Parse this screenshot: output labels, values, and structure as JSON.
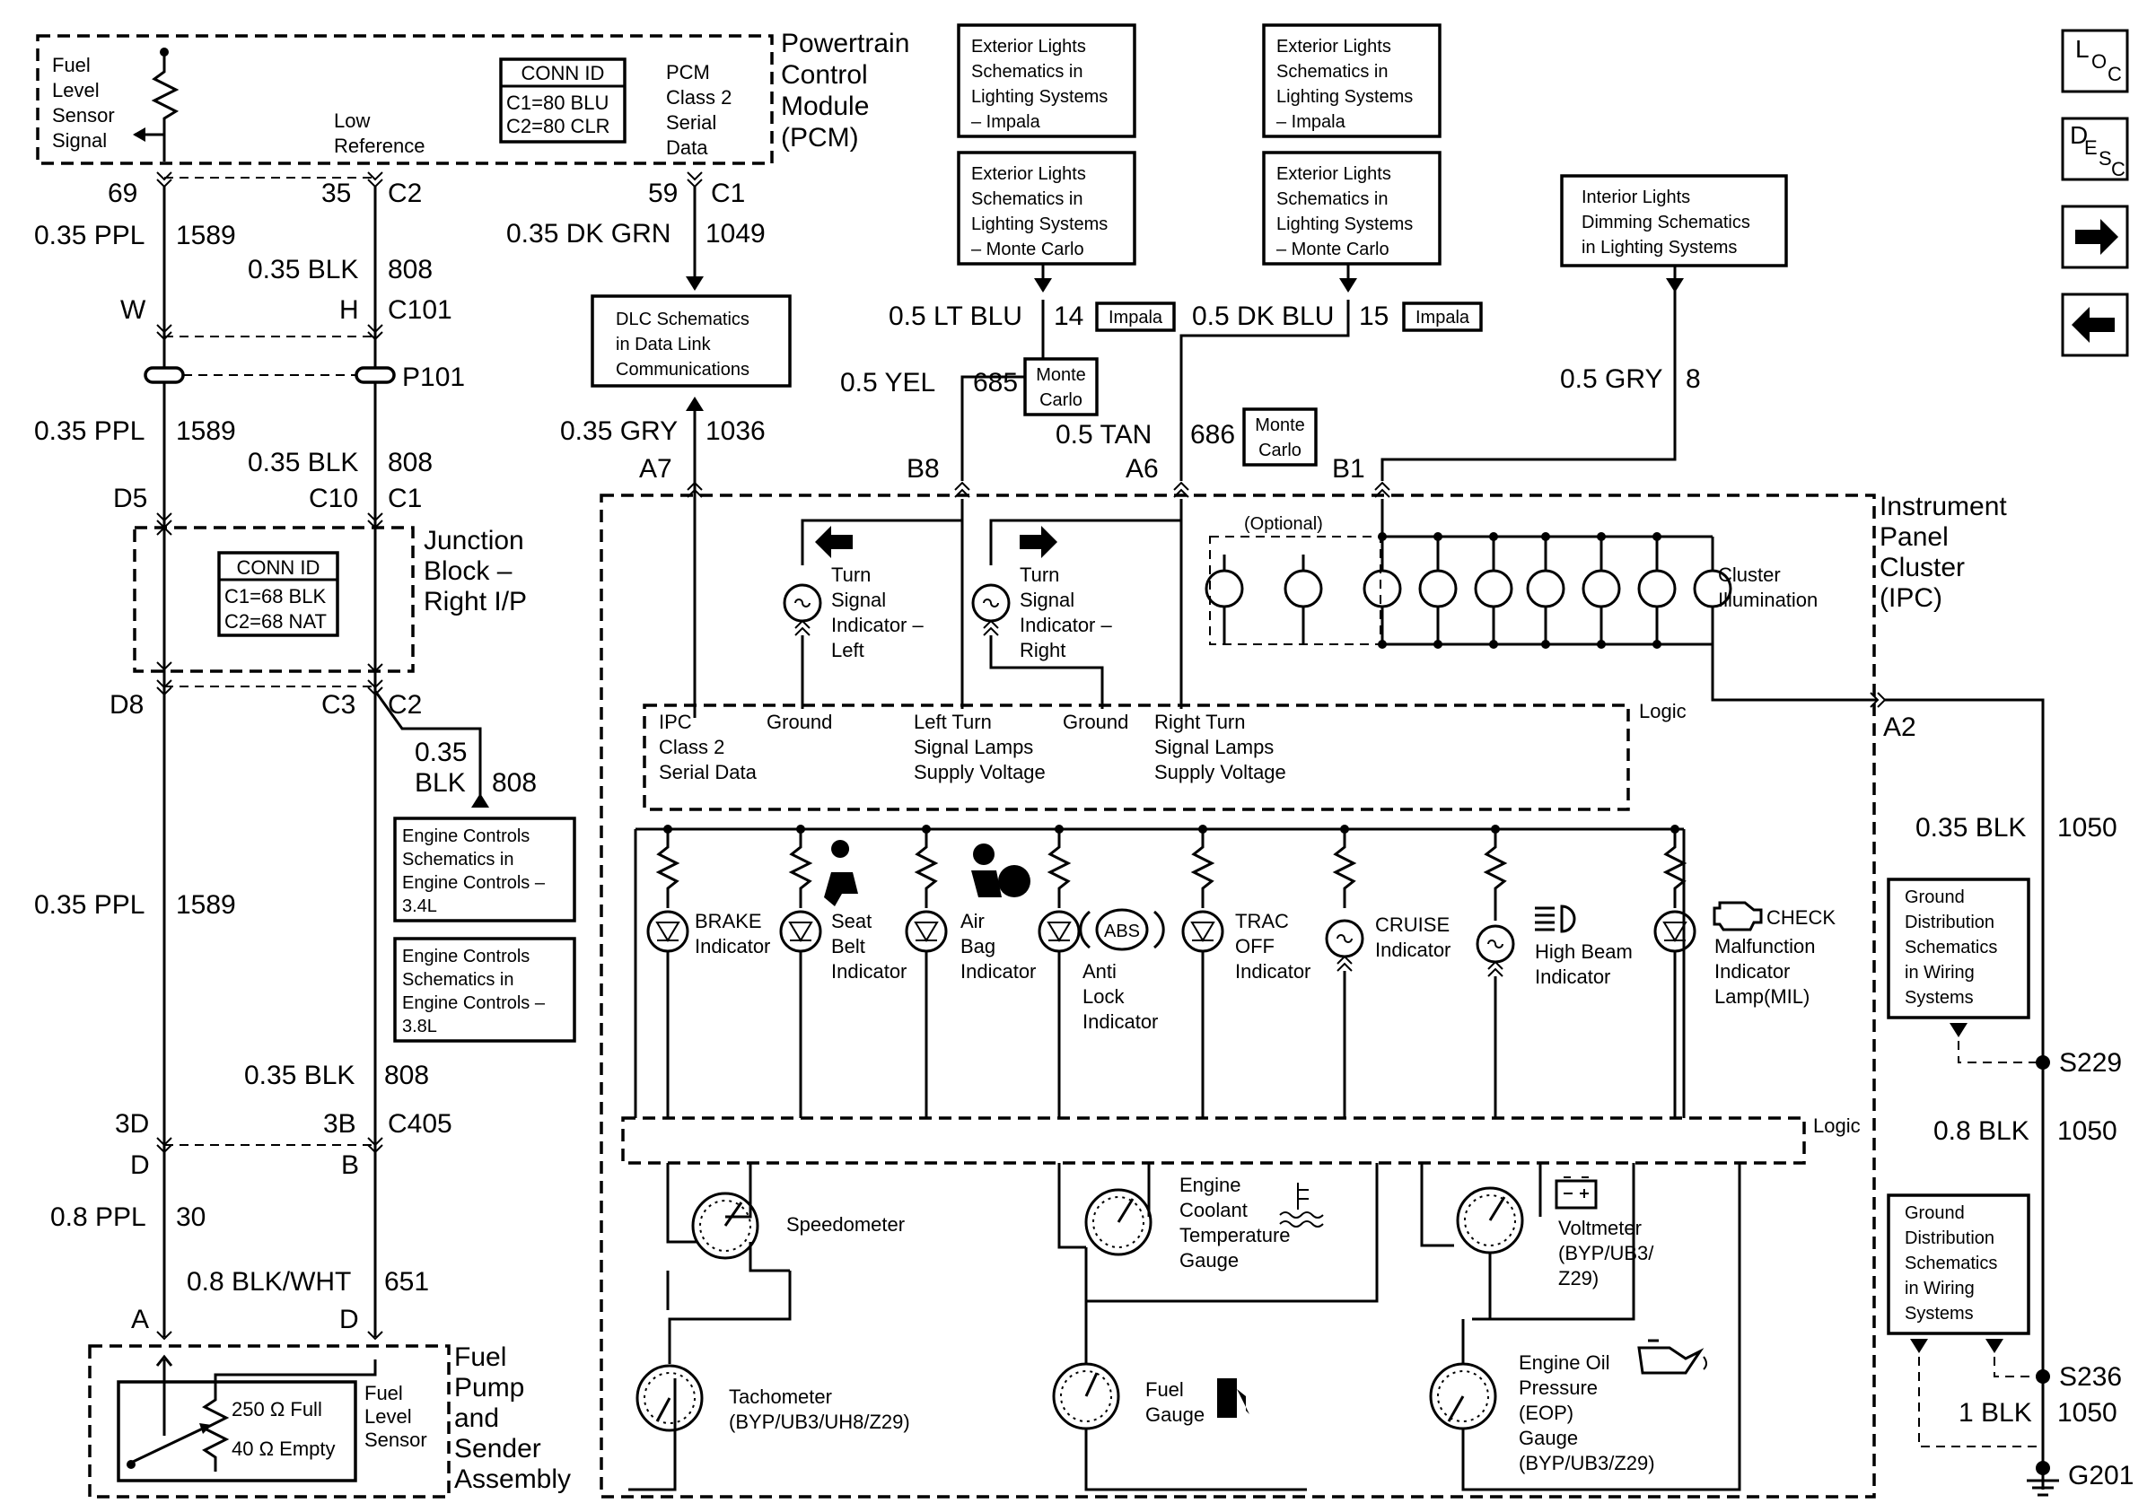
{
  "pcm": {
    "title": [
      "Powertrain",
      "Control",
      "Module",
      "(PCM)"
    ],
    "sensor_lines": [
      "Fuel",
      "Level",
      "Sensor",
      "Signal"
    ],
    "low_ref": [
      "Low",
      "Reference"
    ],
    "conn_title": "CONN ID",
    "conn_lines": [
      "C1=80 BLU",
      "C2=80 CLR"
    ],
    "serial_lines": [
      "PCM",
      "Class 2",
      "Serial",
      "Data"
    ]
  },
  "left_wires": {
    "pin_69": "69",
    "pin_35": "35",
    "pin_c2": "C2",
    "w1_color": "0.35 PPL",
    "w1_circuit": "1589",
    "w2_color": "0.35 BLK",
    "w2_circuit": "808",
    "c101_w": "W",
    "c101_h": "H",
    "c101": "C101",
    "p101": "P101",
    "w3_color": "0.35 PPL",
    "w3_circuit": "1589",
    "w4_color": "0.35 BLK",
    "w4_circuit": "808",
    "d5": "D5",
    "c10": "C10",
    "c1": "C1",
    "jb_title": [
      "Junction",
      "Block –",
      "Right I/P"
    ],
    "jb_conn_title": "CONN ID",
    "jb_conn_lines": [
      "C1=68 BLK",
      "C2=68 NAT"
    ],
    "d8": "D8",
    "c3": "C3",
    "c2b": "C2",
    "w5_color": [
      "0.35",
      "BLK"
    ],
    "w5_circuit": "808",
    "w6_color": "0.35 PPL",
    "w6_circuit": "1589",
    "ec1_lines": [
      "Engine Controls",
      "Schematics in",
      "Engine Controls –",
      "3.4L"
    ],
    "ec2_lines": [
      "Engine Controls",
      "Schematics in",
      "Engine Controls –",
      "3.8L"
    ],
    "w7_color": "0.35 BLK",
    "w7_circuit": "808",
    "p3d": "3D",
    "p3b": "3B",
    "c405": "C405",
    "pd": "D",
    "pb": "B",
    "w8_color": "0.8 PPL",
    "w8_circuit": "30",
    "w9_color": "0.8 BLK/WHT",
    "w9_circuit": "651",
    "pa": "A",
    "pd2": "D",
    "full": "250 Ω Full",
    "empty": "40 Ω Empty",
    "sensor_lines": [
      "Fuel",
      "Level",
      "Sensor"
    ],
    "assembly": [
      "Fuel",
      "Pump",
      "and",
      "Sender",
      "Assembly"
    ]
  },
  "top": {
    "pin_59": "59",
    "pin_c1": "C1",
    "w_color": "0.35 DK GRN",
    "w_circuit": "1049",
    "dlc_lines": [
      "DLC Schematics",
      "in Data Link",
      "Communications"
    ],
    "gry_color": "0.35 GRY",
    "gry_circuit": "1036",
    "a7": "A7",
    "b8": "B8",
    "a6": "A6",
    "b1": "B1",
    "ext_impala_1": [
      "Exterior Lights",
      "Schematics in",
      "Lighting Systems",
      "– Impala"
    ],
    "ext_mc_1": [
      "Exterior Lights",
      "Schematics in",
      "Lighting Systems",
      "– Monte Carlo"
    ],
    "ext_impala_2": [
      "Exterior Lights",
      "Schematics in",
      "Lighting Systems",
      "– Impala"
    ],
    "ext_mc_2": [
      "Exterior Lights",
      "Schematics in",
      "Lighting Systems",
      "– Monte Carlo"
    ],
    "int_lines": [
      "Interior Lights",
      "Dimming Schematics",
      "in Lighting Systems"
    ],
    "ltblu_color": "0.5 LT BLU",
    "ltblu_circuit": "14",
    "impala_tag_1": "Impala",
    "dkblu_color": "0.5 DK BLU",
    "dkblu_circuit": "15",
    "impala_tag_2": "Impala",
    "yel_color": "0.5 YEL",
    "yel_circuit": "685",
    "mc_tag_1": [
      "Monte",
      "Carlo"
    ],
    "tan_color": "0.5 TAN",
    "tan_circuit": "686",
    "mc_tag_2": [
      "Monte",
      "Carlo"
    ],
    "gry2_color": "0.5 GRY",
    "gry2_circuit": "8"
  },
  "ipc": {
    "title": [
      "Instrument",
      "Panel",
      "Cluster",
      "(IPC)"
    ],
    "optional": "(Optional)",
    "turn_left": [
      "Turn",
      "Signal",
      "Indicator –",
      "Left"
    ],
    "turn_right": [
      "Turn",
      "Signal",
      "Indicator –",
      "Right"
    ],
    "cluster_illum": [
      "Cluster",
      "Illumination"
    ],
    "logic1": "Logic",
    "logic_cols": {
      "serial": [
        "IPC",
        "Class 2",
        "Serial Data"
      ],
      "ground1": "Ground",
      "left_turn": [
        "Left Turn",
        "Signal Lamps",
        "Supply Voltage"
      ],
      "ground2": "Ground",
      "right_turn": [
        "Right Turn",
        "Signal Lamps",
        "Supply Voltage"
      ]
    },
    "indicators": {
      "brake": [
        "BRAKE",
        "Indicator"
      ],
      "seat": [
        "Seat",
        "Belt",
        "Indicator"
      ],
      "airbag": [
        "Air",
        "Bag",
        "Indicator"
      ],
      "abs": [
        "Anti",
        "Lock",
        "Indicator"
      ],
      "abs_badge": "ABS",
      "trac": [
        "TRAC",
        "OFF",
        "Indicator"
      ],
      "cruise": [
        "CRUISE",
        "Indicator"
      ],
      "highbeam": [
        "High Beam",
        "Indicator"
      ],
      "check": "CHECK",
      "mil": [
        "Malfunction",
        "Indicator",
        "Lamp(MIL)"
      ]
    },
    "logic2": "Logic",
    "gauges": {
      "speedo": "Speedometer",
      "coolant": [
        "Engine",
        "Coolant",
        "Temperature",
        "Gauge"
      ],
      "volt": [
        "Voltmeter",
        "(BYP/UB3/",
        "Z29)"
      ],
      "tach": [
        "Tachometer",
        "(BYP/UB3/UH8/Z29)"
      ],
      "fuel": [
        "Fuel",
        "Gauge"
      ],
      "oil": [
        "Engine Oil",
        "Pressure",
        "(EOP)",
        "Gauge",
        "(BYP/UB3/Z29)"
      ]
    }
  },
  "right": {
    "a2": "A2",
    "w1_color": "0.35 BLK",
    "w1_circuit": "1050",
    "gd1_lines": [
      "Ground",
      "Distribution",
      "Schematics",
      "in Wiring",
      "Systems"
    ],
    "s229": "S229",
    "w2_color": "0.8 BLK",
    "w2_circuit": "1050",
    "gd2_lines": [
      "Ground",
      "Distribution",
      "Schematics",
      "in Wiring",
      "Systems"
    ],
    "s236": "S236",
    "w3_color": "1 BLK",
    "w3_circuit": "1050",
    "g201": "G201"
  },
  "nav": {
    "loc": [
      "L",
      "O",
      "C"
    ],
    "desc": [
      "D",
      "E",
      "S",
      "C"
    ]
  }
}
